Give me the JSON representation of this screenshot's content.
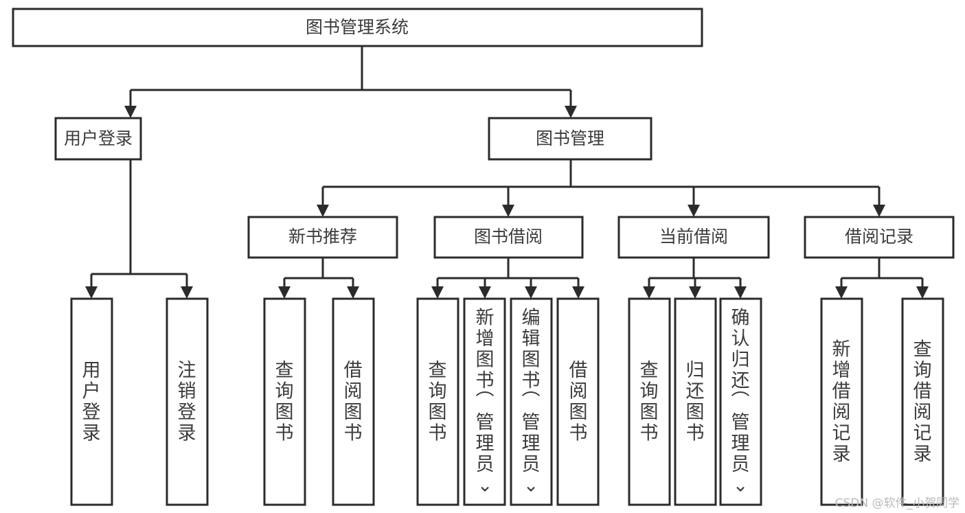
{
  "diagram": {
    "title": "图书管理系统",
    "type": "tree-hierarchy",
    "watermark": "CSDN @软件_小贺同学",
    "colors": {
      "stroke": "#2b2b2b",
      "box_fill": "#ffffff",
      "text": "#3b3b3b",
      "background": "#ffffff",
      "watermark": "#b9b9b9"
    },
    "root": {
      "label": "图书管理系统"
    },
    "level2": [
      {
        "label": "用户登录"
      },
      {
        "label": "图书管理"
      }
    ],
    "level3": [
      {
        "label": "新书推荐"
      },
      {
        "label": "图书借阅"
      },
      {
        "label": "当前借阅"
      },
      {
        "label": "借阅记录"
      }
    ],
    "leaves": {
      "user_login": [
        {
          "label": "用户登录"
        },
        {
          "label": "注销登录"
        }
      ],
      "new_book_recommend": [
        {
          "label": "查询图书"
        },
        {
          "label": "借阅图书"
        }
      ],
      "book_borrow": [
        {
          "label": "查询图书"
        },
        {
          "label": "新增图书（管理员）"
        },
        {
          "label": "编辑图书（管理员）"
        },
        {
          "label": "借阅图书"
        }
      ],
      "current_borrow": [
        {
          "label": "查询图书"
        },
        {
          "label": "归还图书"
        },
        {
          "label": "确认归还（管理员）"
        }
      ],
      "borrow_record": [
        {
          "label": "新增借阅记录"
        },
        {
          "label": "查询借阅记录"
        }
      ]
    }
  }
}
